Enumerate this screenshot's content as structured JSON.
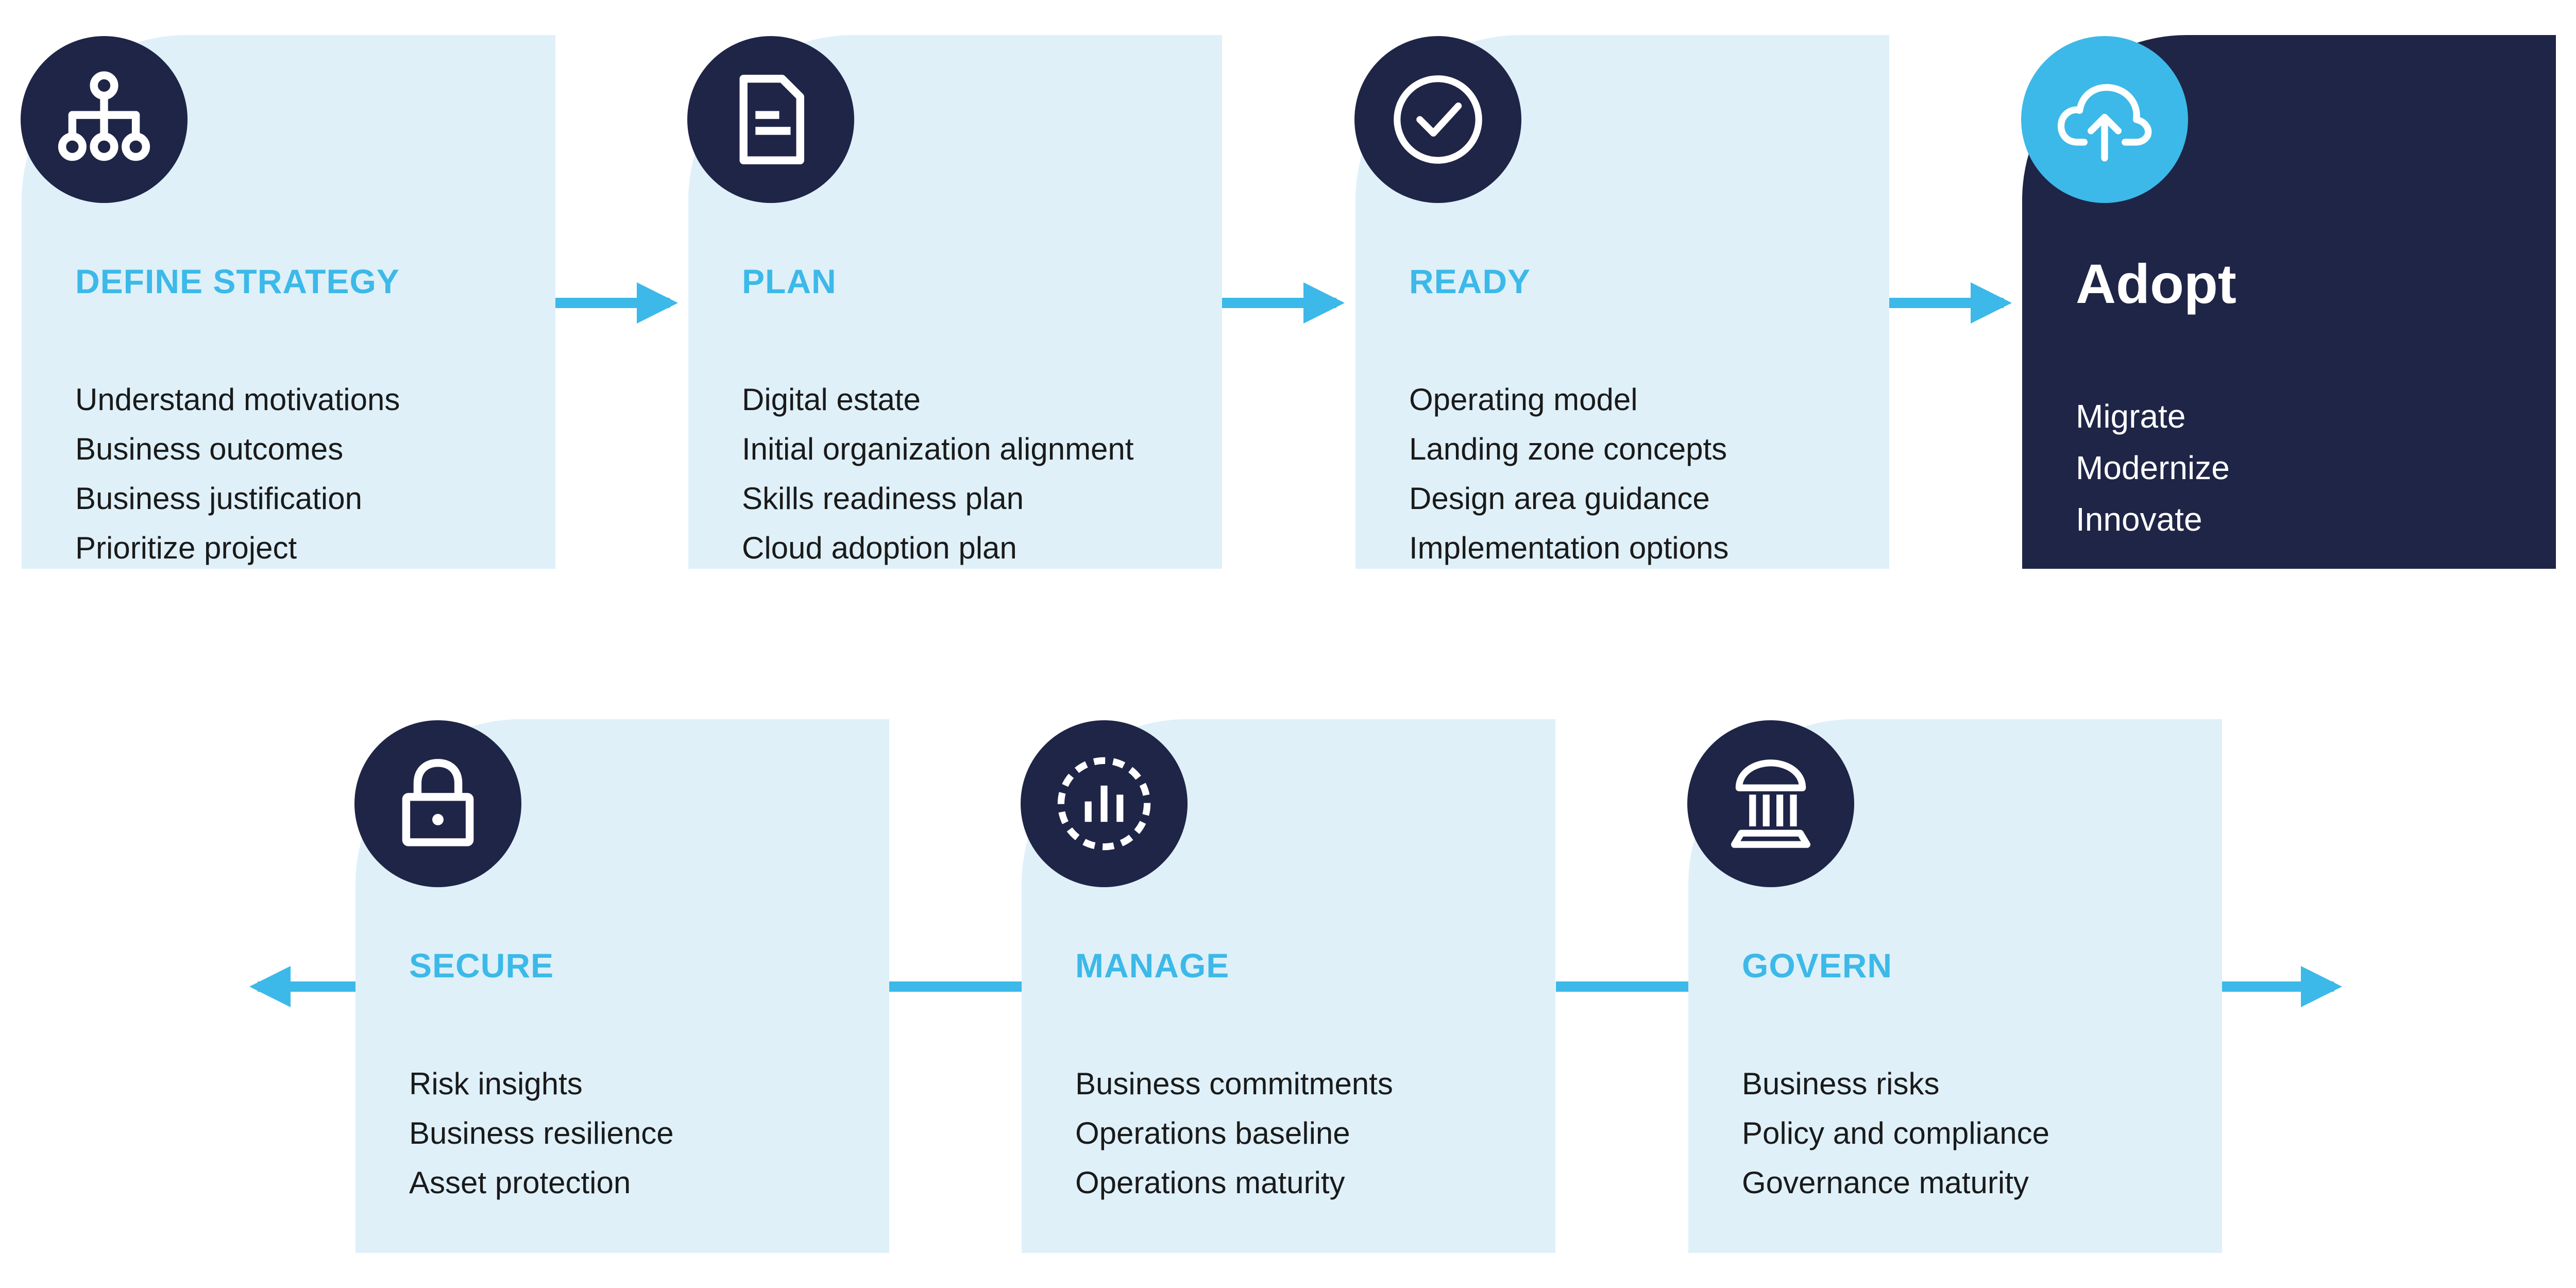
{
  "colors": {
    "card_bg": "#dff0f9",
    "navy": "#1f2547",
    "accent_blue": "#3cb9e8",
    "text": "#1a1a1a",
    "white": "#ffffff"
  },
  "top_row": [
    {
      "icon": "hierarchy-icon",
      "title": "DEFINE STRATEGY",
      "items": [
        "Understand motivations",
        "Business outcomes",
        "Business justification",
        "Prioritize project"
      ]
    },
    {
      "icon": "document-icon",
      "title": "PLAN",
      "items": [
        "Digital estate",
        "Initial organization alignment",
        "Skills readiness plan",
        "Cloud adoption plan"
      ]
    },
    {
      "icon": "checkmark-circle-icon",
      "title": "READY",
      "items": [
        "Operating model",
        "Landing zone concepts",
        "Design area guidance",
        "Implementation options"
      ]
    },
    {
      "icon": "cloud-upload-icon",
      "title": "Adopt",
      "items": [
        "Migrate",
        "Modernize",
        "Innovate"
      ]
    }
  ],
  "bottom_row": [
    {
      "icon": "padlock-icon",
      "title": "SECURE",
      "items": [
        "Risk insights",
        "Business resilience",
        "Asset protection"
      ]
    },
    {
      "icon": "dashboard-chart-icon",
      "title": "MANAGE",
      "items": [
        "Business commitments",
        "Operations baseline",
        "Operations maturity"
      ]
    },
    {
      "icon": "institution-icon",
      "title": "GOVERN",
      "items": [
        "Business risks",
        "Policy and compliance",
        "Governance maturity"
      ]
    }
  ]
}
